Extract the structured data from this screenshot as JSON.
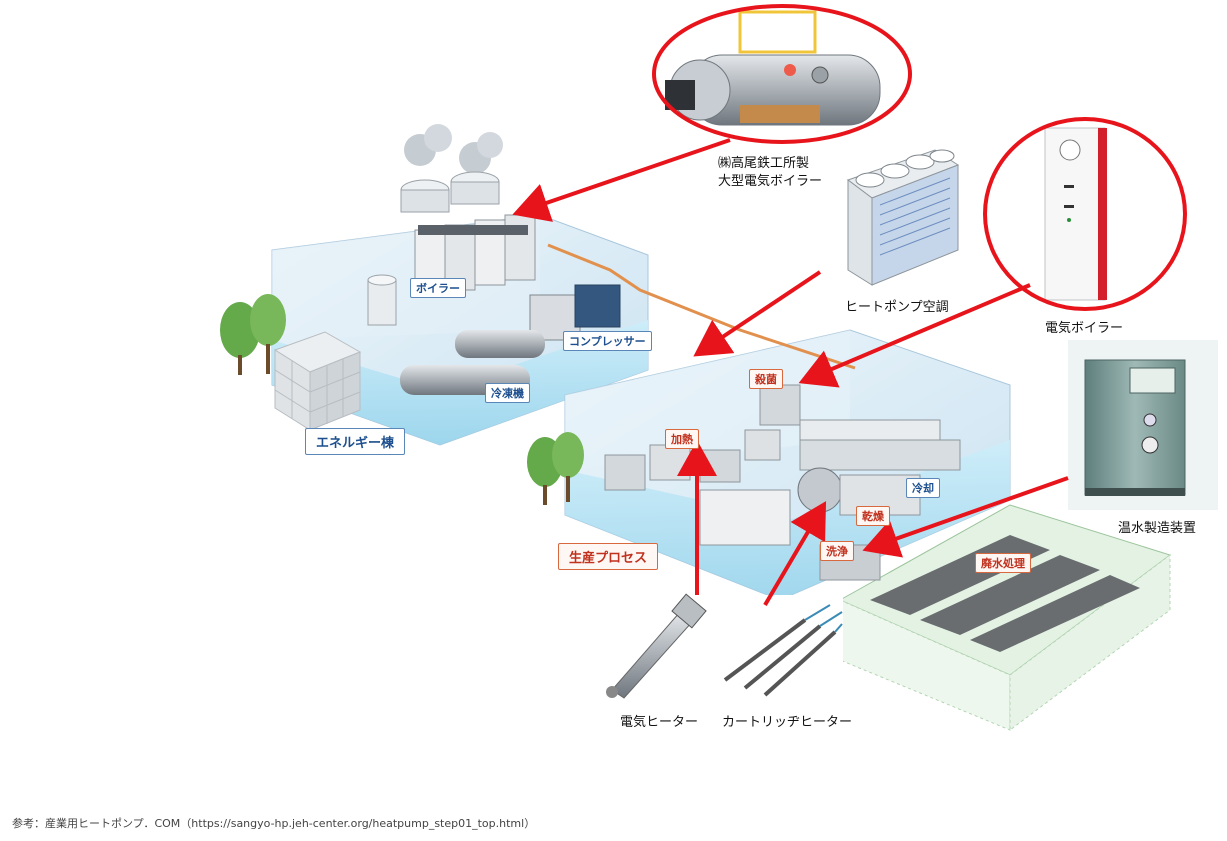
{
  "plant": {
    "energy_building": "エネルギー棟",
    "production_process": "生産プロセス",
    "boiler": "ボイラー",
    "compressor": "コンプレッサー",
    "chiller": "冷凍機",
    "sterilize": "殺菌",
    "heating": "加熱",
    "cooling": "冷却",
    "drying": "乾燥",
    "washing": "洗浄",
    "wastewater": "廃水処理"
  },
  "equipment": {
    "large_boiler_line1": "㈱高尾鉄工所製",
    "large_boiler_line2": "大型電気ボイラー",
    "heat_pump": "ヒートポンプ空調",
    "electric_boiler": "電気ボイラー",
    "hot_water_unit": "温水製造装置",
    "electric_heater": "電気ヒーター",
    "cartridge_heater": "カートリッヂヒーター"
  },
  "source_note": "参考：産業用ヒートポンプ．COM（https://sangyo-hp.jeh-center.org/heatpump_step01_top.html）",
  "colors": {
    "arrow": "#e8141b",
    "circle": "#e8141b",
    "water": "#b9e3f2",
    "glass": "#dcecf6"
  }
}
